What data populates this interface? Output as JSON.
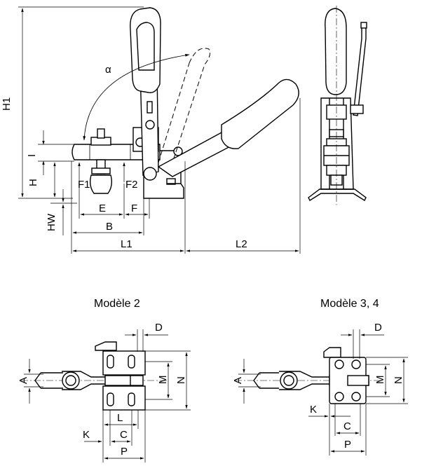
{
  "top_view": {
    "angle_label": "α",
    "dims": {
      "H1": "H1",
      "I": "I",
      "H": "H",
      "HW": "HW",
      "E": "E",
      "F": "F",
      "B": "B",
      "L1": "L1",
      "L2": "L2",
      "F1": "F1",
      "F2": "F2"
    }
  },
  "model2": {
    "caption": "Modèle 2",
    "dims": {
      "D": "D",
      "A": "A",
      "M": "M",
      "N": "N",
      "L": "L",
      "C": "C",
      "K": "K",
      "P": "P"
    }
  },
  "model34": {
    "caption": "Modèle 3, 4",
    "dims": {
      "D": "D",
      "A": "A",
      "M": "M",
      "N": "N",
      "C": "C",
      "K": "K",
      "P": "P"
    }
  }
}
